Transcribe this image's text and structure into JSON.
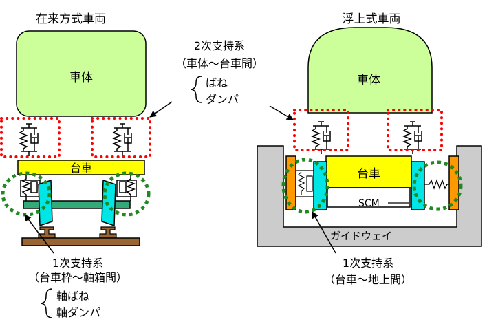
{
  "left": {
    "title": "在来方式車両",
    "body_label": "車体",
    "bogie_label": "台車",
    "primary": {
      "title": "1次支持系",
      "sub": "（台車枠～軸箱間）",
      "item1": "軸ばね",
      "item2": "軸ダンパ"
    }
  },
  "right": {
    "title": "浮上式車両",
    "body_label": "車体",
    "bogie_label": "台車",
    "scm_label": "SCM",
    "guideway_label": "ガイドウェイ",
    "primary": {
      "title": "1次支持系",
      "sub": "（台車～地上間）"
    }
  },
  "secondary": {
    "title": "2次支持系",
    "sub": "（車体～台車間）",
    "item1": "ばね",
    "item2": "ダンパ"
  },
  "colors": {
    "car_body": "#ccff99",
    "bogie": "#ffff00",
    "axle": "#33aa77",
    "wheel": "#00e5e5",
    "rail": "#996633",
    "scm": "#00e5e5",
    "ground_coil": "#ff9900",
    "guideway": "#cccccc",
    "secondary_outline": "#ff0000",
    "primary_outline": "#228822"
  }
}
